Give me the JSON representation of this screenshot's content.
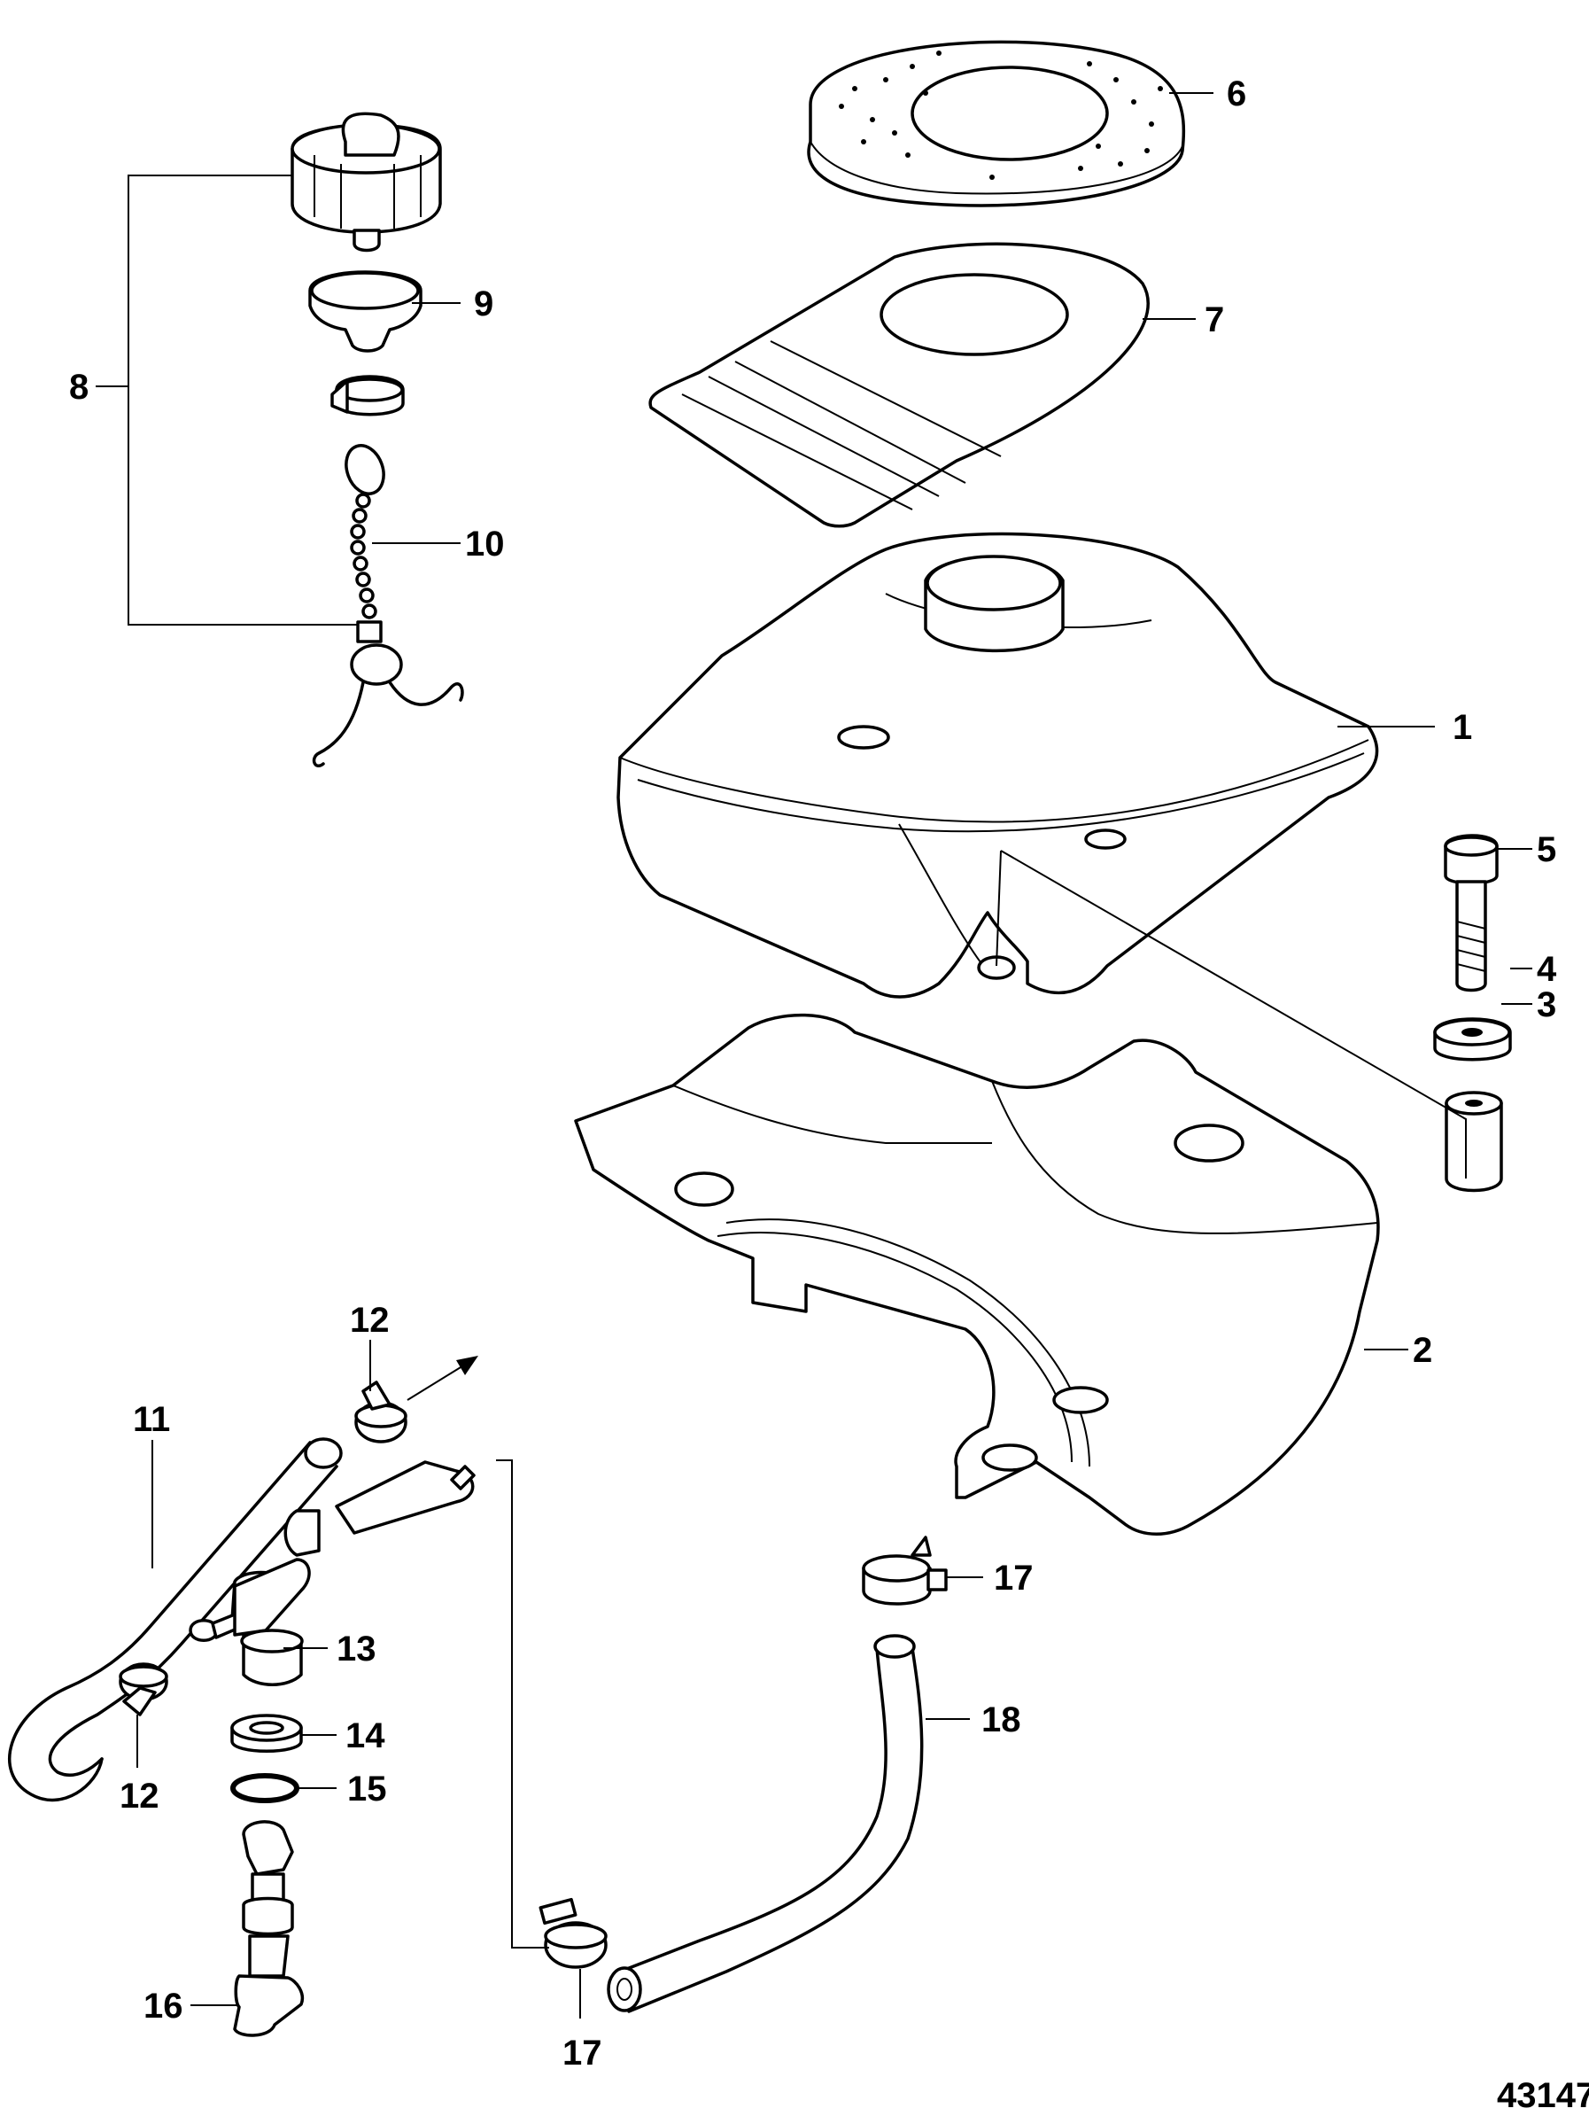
{
  "figure_number": "43147",
  "callouts": [
    {
      "id": "c1",
      "label": "1"
    },
    {
      "id": "c2",
      "label": "2"
    },
    {
      "id": "c3",
      "label": "3"
    },
    {
      "id": "c4",
      "label": "4"
    },
    {
      "id": "c5",
      "label": "5"
    },
    {
      "id": "c6",
      "label": "6"
    },
    {
      "id": "c7",
      "label": "7"
    },
    {
      "id": "c8",
      "label": "8"
    },
    {
      "id": "c9",
      "label": "9"
    },
    {
      "id": "c10",
      "label": "10"
    },
    {
      "id": "c11",
      "label": "11"
    },
    {
      "id": "c12a",
      "label": "12"
    },
    {
      "id": "c12b",
      "label": "12"
    },
    {
      "id": "c13",
      "label": "13"
    },
    {
      "id": "c14",
      "label": "14"
    },
    {
      "id": "c15",
      "label": "15"
    },
    {
      "id": "c16",
      "label": "16"
    },
    {
      "id": "c17a",
      "label": "17"
    },
    {
      "id": "c17b",
      "label": "17"
    },
    {
      "id": "c18",
      "label": "18"
    }
  ]
}
